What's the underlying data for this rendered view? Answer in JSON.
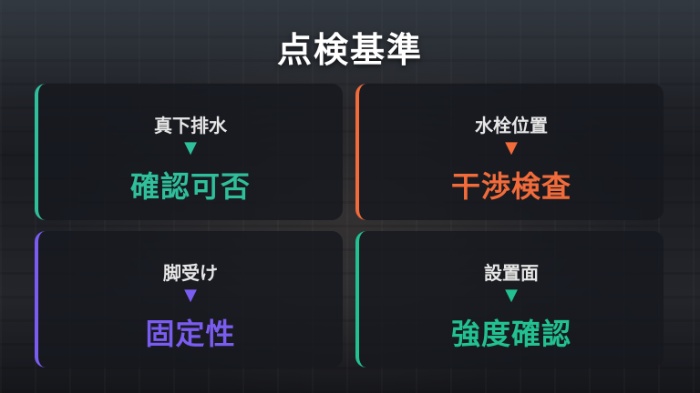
{
  "title": "点検基準",
  "cards": [
    {
      "label": "真下排水",
      "arrow": "▼",
      "result": "確認可否",
      "accent": "#2fbf9b"
    },
    {
      "label": "水栓位置",
      "arrow": "▼",
      "result": "干渉検査",
      "accent": "#f26b3a"
    },
    {
      "label": "脚受け",
      "arrow": "▼",
      "result": "固定性",
      "accent": "#7b5cf0"
    },
    {
      "label": "設置面",
      "arrow": "▼",
      "result": "強度確認",
      "accent": "#22c191"
    }
  ]
}
